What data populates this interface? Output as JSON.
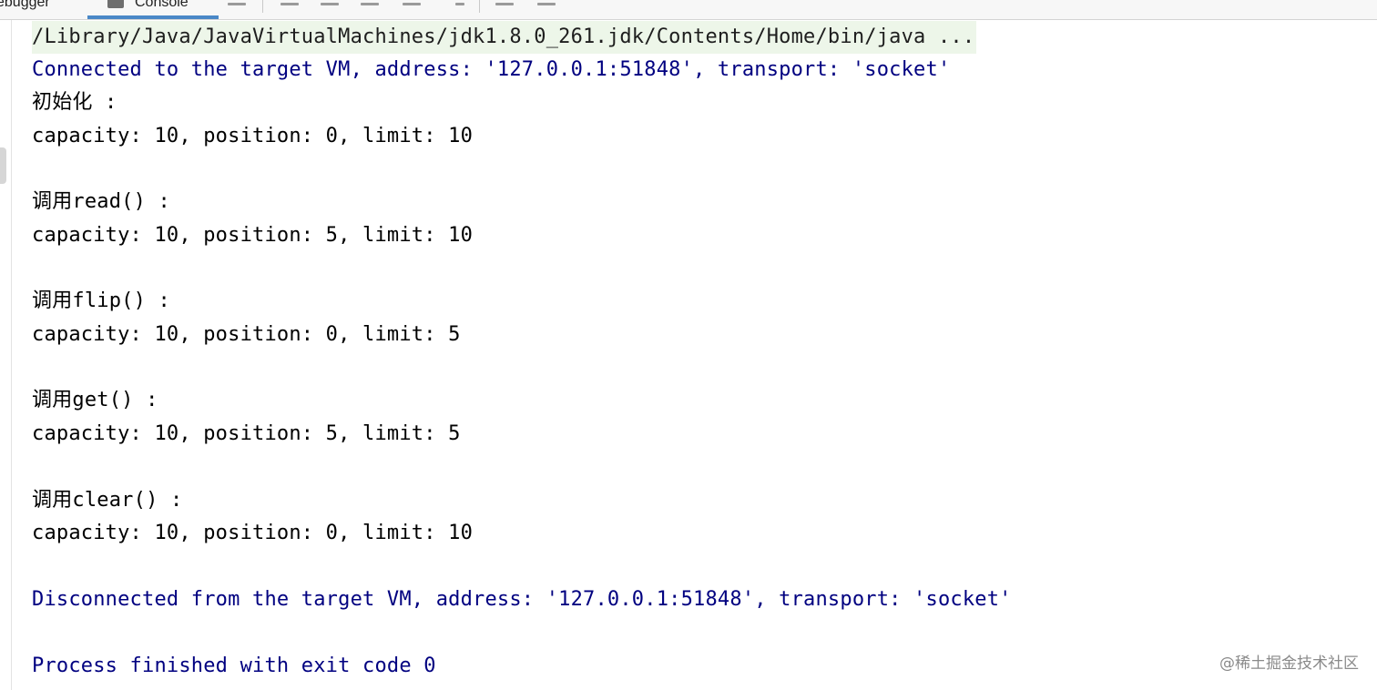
{
  "tabs": {
    "debugger_label": "ebugger",
    "console_label": "Console"
  },
  "console": {
    "command": "/Library/Java/JavaVirtualMachines/jdk1.8.0_261.jdk/Contents/Home/bin/java ...",
    "connected": "Connected to the target VM, address: '127.0.0.1:51848', transport: 'socket'",
    "init_label": "初始化 :",
    "init_values": "capacity: 10, position: 0, limit: 10",
    "read_label": "调用read() :",
    "read_values": "capacity: 10, position: 5, limit: 10",
    "flip_label": "调用flip() :",
    "flip_values": "capacity: 10, position: 0, limit: 5",
    "get_label": "调用get() :",
    "get_values": "capacity: 10, position: 5, limit: 5",
    "clear_label": "调用clear() :",
    "clear_values": "capacity: 10, position: 0, limit: 10",
    "disconnected": "Disconnected from the target VM, address: '127.0.0.1:51848', transport: 'socket'",
    "finished": "Process finished with exit code 0"
  },
  "watermark": "@稀土掘金技术社区",
  "colors": {
    "system_text": "#000080",
    "output_text": "#000000",
    "command_bg": "#edf6e9",
    "tab_accent": "#4a88c7"
  }
}
